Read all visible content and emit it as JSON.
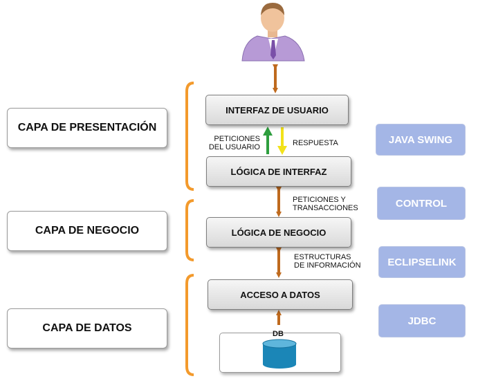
{
  "layers": {
    "presentation": "CAPA DE PRESENTACIÓN",
    "business": "CAPA DE NEGOCIO",
    "data": "CAPA DE DATOS"
  },
  "components": {
    "user_interface": "INTERFAZ DE USUARIO",
    "interface_logic": "LÓGICA DE INTERFAZ",
    "business_logic": "LÓGICA DE NEGOCIO",
    "data_access": "ACCESO A DATOS",
    "db": "DB"
  },
  "flow_labels": {
    "requests_user_line1": "PETICIONES",
    "requests_user_line2": "DEL USUARIO",
    "response": "RESPUESTA",
    "requests_tx_line1": "PETICIONES Y",
    "requests_tx_line2": "TRANSACCIONES",
    "info_line1": "ESTRUCTURAS",
    "info_line2": "DE INFORMACIÓN"
  },
  "technologies": {
    "swing": "JAVA SWING",
    "control": "CONTROL",
    "eclipselink": "ECLIPSELINK",
    "jdbc": "JDBC"
  },
  "colors": {
    "bracket": "#f39a2c",
    "arrow_brown": "#bf6a1e",
    "arrow_green": "#2e9e3e",
    "arrow_yellow": "#f2e21a",
    "tech_fill": "#a4b6e6",
    "db_cylinder": "#1b86b7"
  }
}
